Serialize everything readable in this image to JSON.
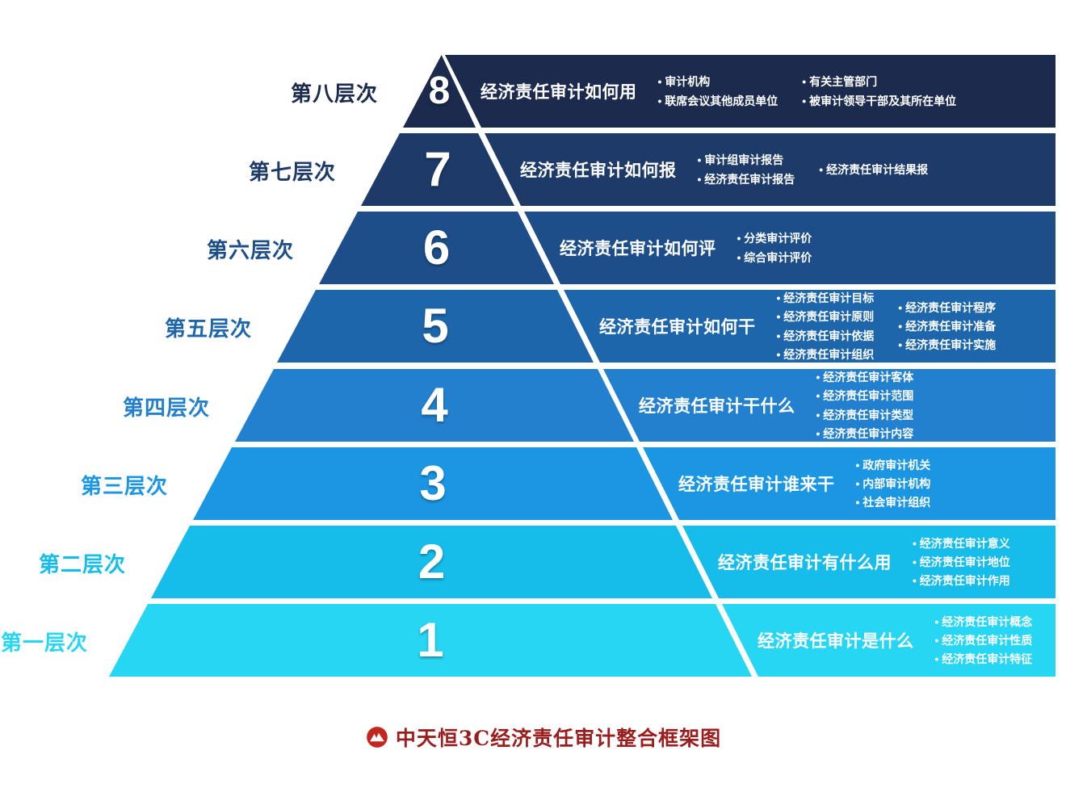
{
  "levels": [
    {
      "label": "第八层次",
      "number": "8",
      "title": "经济责任审计如何用",
      "color": "#1b2a4d",
      "columns": [
        [
          "审计机构",
          "联席会议其他成员单位"
        ],
        [
          "有关主管部门",
          "被审计领导干部及其所在单位"
        ]
      ]
    },
    {
      "label": "第七层次",
      "number": "7",
      "title": "经济责任审计如何报",
      "color": "#1d3a69",
      "columns": [
        [
          "审计组审计报告",
          "经济责任审计报告"
        ],
        [
          "经济责任审计结果报"
        ]
      ]
    },
    {
      "label": "第六层次",
      "number": "6",
      "title": "经济责任审计如何评",
      "color": "#1d4e8a",
      "columns": [
        [
          "分类审计评价",
          "综合审计评价"
        ]
      ]
    },
    {
      "label": "第五层次",
      "number": "5",
      "title": "经济责任审计如何干",
      "color": "#1e66ab",
      "columns": [
        [
          "经济责任审计目标",
          "经济责任审计原则",
          "经济责任审计依据",
          "经济责任审计组织"
        ],
        [
          "经济责任审计程序",
          "经济责任审计准备",
          "经济责任审计实施"
        ]
      ]
    },
    {
      "label": "第四层次",
      "number": "4",
      "title": "经济责任审计干什么",
      "color": "#2280cf",
      "columns": [
        [
          "经济责任审计客体",
          "经济责任审计范围",
          "经济责任审计类型",
          "经济责任审计内容"
        ]
      ]
    },
    {
      "label": "第三层次",
      "number": "3",
      "title": "经济责任审计谁来干",
      "color": "#1b96e3",
      "columns": [
        [
          "政府审计机关",
          "内部审计机构",
          "社会审计组织"
        ]
      ]
    },
    {
      "label": "第二层次",
      "number": "2",
      "title": "经济责任审计有什么用",
      "color": "#16bdea",
      "columns": [
        [
          "经济责任审计意义",
          "经济责任审计地位",
          "经济责任审计作用"
        ]
      ]
    },
    {
      "label": "第一层次",
      "number": "1",
      "title": "经济责任审计是什么",
      "color": "#27d6f2",
      "columns": [
        [
          "经济责任审计概念",
          "经济责任审计性质",
          "经济责任审计特征"
        ]
      ]
    }
  ],
  "footer": {
    "caption": "中天恒3C经济责任审计整合框架图",
    "caption_color": "#9a1e1e",
    "logo_icon": "mountain-flame-logo-icon",
    "logo_color": "#c4261d"
  }
}
